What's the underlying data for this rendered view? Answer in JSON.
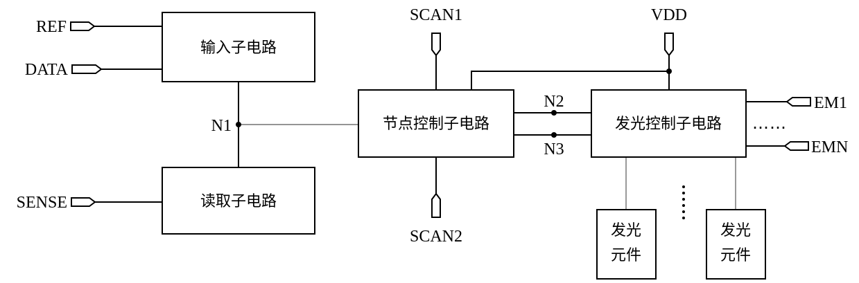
{
  "inputs": {
    "ref": "REF",
    "data": "DATA",
    "sense": "SENSE",
    "scan1": "SCAN1",
    "scan2": "SCAN2",
    "vdd": "VDD",
    "em1": "EM1",
    "emn": "EMN"
  },
  "nodes": {
    "n1": "N1",
    "n2": "N2",
    "n3": "N3"
  },
  "blocks": {
    "input_circuit": "输入子电路",
    "read_circuit": "读取子电路",
    "node_control_circuit": "节点控制子电路",
    "emission_control_circuit": "发光控制子电路",
    "light_element_line1": "发光",
    "light_element_line2": "元件"
  },
  "ellipsis": {
    "horizontal": "……",
    "vertical": "⋮"
  }
}
